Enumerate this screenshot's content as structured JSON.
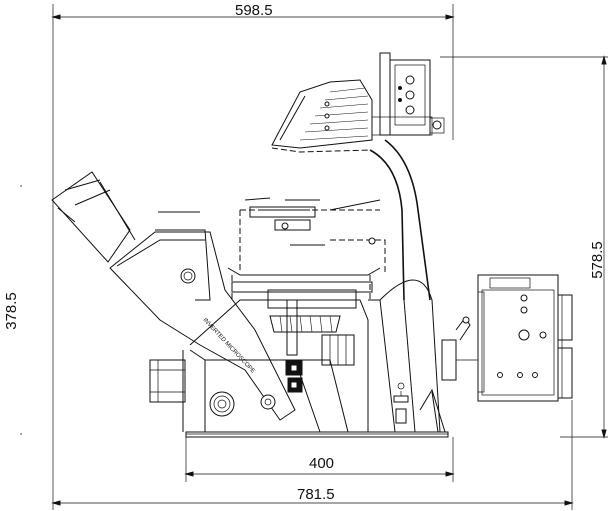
{
  "dimensions": {
    "top_width": "598.5",
    "right_height": "578.5",
    "left_height": "378.5",
    "base_width": "400",
    "overall_width": "781.5"
  },
  "body_labels": {
    "arm_text": "INVERTED MICROSCOPE"
  }
}
